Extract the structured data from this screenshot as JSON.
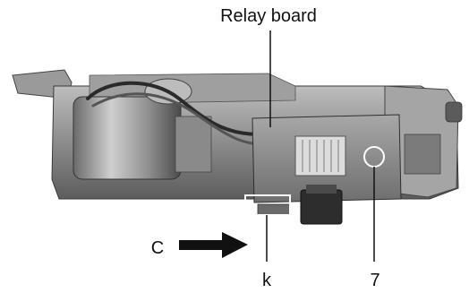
{
  "figure": {
    "labels": {
      "relay_board": "Relay board",
      "direction": "C",
      "callout_k": "k",
      "callout_7": "7"
    },
    "colors": {
      "background": "#ffffff",
      "ink": "#111111",
      "photo_dark": "#3a3a3a",
      "photo_mid": "#7d7d7d",
      "photo_light": "#c9c9c9"
    }
  }
}
